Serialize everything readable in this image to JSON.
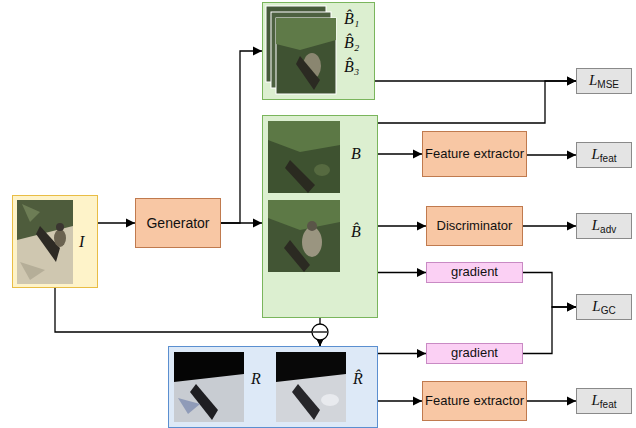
{
  "diagram": {
    "nodes": [
      {
        "text": [
          "I"
        ]
      },
      {
        "text": [
          "Generator"
        ]
      },
      {
        "text": [
          "B̂₁",
          "B̂₂",
          "B̂₃"
        ]
      },
      {
        "text": [
          "B",
          "B̂"
        ]
      },
      {
        "text": [
          "Feature extractor"
        ]
      },
      {
        "text": [
          "Lfeat"
        ]
      },
      {
        "text": [
          "Discriminator"
        ]
      },
      {
        "text": [
          "Ladv"
        ]
      },
      {
        "text": [
          "gradient"
        ]
      },
      {
        "text": [
          "gradient"
        ]
      },
      {
        "text": [
          "LGC"
        ]
      },
      {
        "text": [
          "R",
          "R̂"
        ]
      },
      {
        "text": [
          "Feature extractor"
        ]
      },
      {
        "text": [
          "Lfeat"
        ]
      },
      {
        "text": [
          "LMSE"
        ]
      }
    ],
    "edges": [
      {
        "from": 0,
        "to": 1,
        "arrow": "to"
      },
      {
        "from": 1,
        "to": 2,
        "arrow": "to"
      },
      {
        "from": 1,
        "to": 3,
        "arrow": "to"
      },
      {
        "from": 2,
        "to": 14,
        "arrow": "to"
      },
      {
        "from": 3,
        "to": 14,
        "arrow": "to"
      },
      {
        "from": 3,
        "to": 4,
        "arrow": "to"
      },
      {
        "from": 4,
        "to": 5,
        "arrow": "to"
      },
      {
        "from": 3,
        "to": 6,
        "arrow": "to"
      },
      {
        "from": 6,
        "to": 7,
        "arrow": "to"
      },
      {
        "from": 3,
        "to": 8,
        "arrow": "to"
      },
      {
        "from": 8,
        "to": 10,
        "arrow": "to"
      },
      {
        "from": 9,
        "to": 10,
        "arrow": "to"
      },
      {
        "from": 11,
        "to": 9,
        "arrow": "to"
      },
      {
        "from": 11,
        "to": 12,
        "arrow": "to"
      },
      {
        "from": 12,
        "to": 13,
        "arrow": "to"
      },
      {
        "from": 0,
        "to": 11,
        "arrow": "to"
      },
      {
        "from": 3,
        "to": 11,
        "arrow": "to"
      }
    ]
  }
}
